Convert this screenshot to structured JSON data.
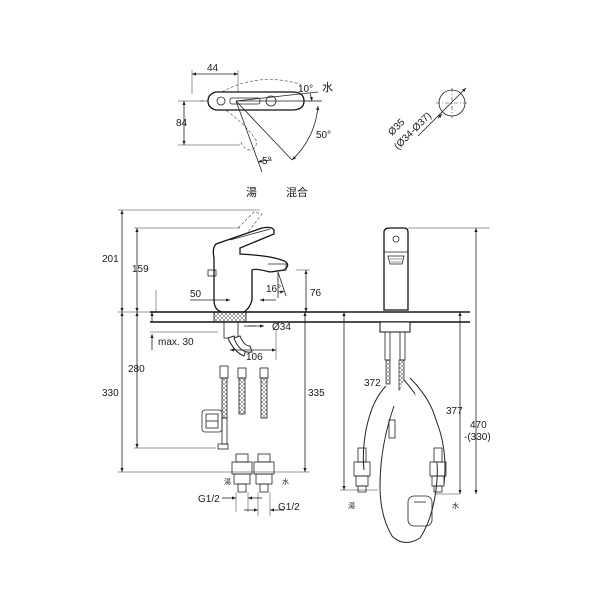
{
  "top_view": {
    "dim_44": "44",
    "dim_84": "84",
    "angle_10": "10°",
    "angle_50": "50°",
    "angle_5": "5°",
    "label_cold": "水",
    "label_hot": "湯",
    "label_mix": "混合"
  },
  "hole": {
    "dia_35": "Ø35",
    "dia_range": "(Ø34-Ø37)"
  },
  "side_view": {
    "dim_201": "201",
    "dim_159": "159",
    "dim_50": "50",
    "angle_16": "16°",
    "dim_76": "76",
    "dim_34": "Ø34",
    "max_30": "max. 30",
    "dim_106": "106",
    "dim_280": "280",
    "dim_330": "330",
    "dim_335": "335",
    "label_hot_small": "湯",
    "label_cold_small": "水",
    "thread_left": "G1/2",
    "thread_right": "G1/2"
  },
  "front_view": {
    "dim_372": "372",
    "dim_377": "377",
    "dim_470": "470",
    "dim_330_paren": "-(330)",
    "label_hot": "湯",
    "label_cold": "水"
  }
}
